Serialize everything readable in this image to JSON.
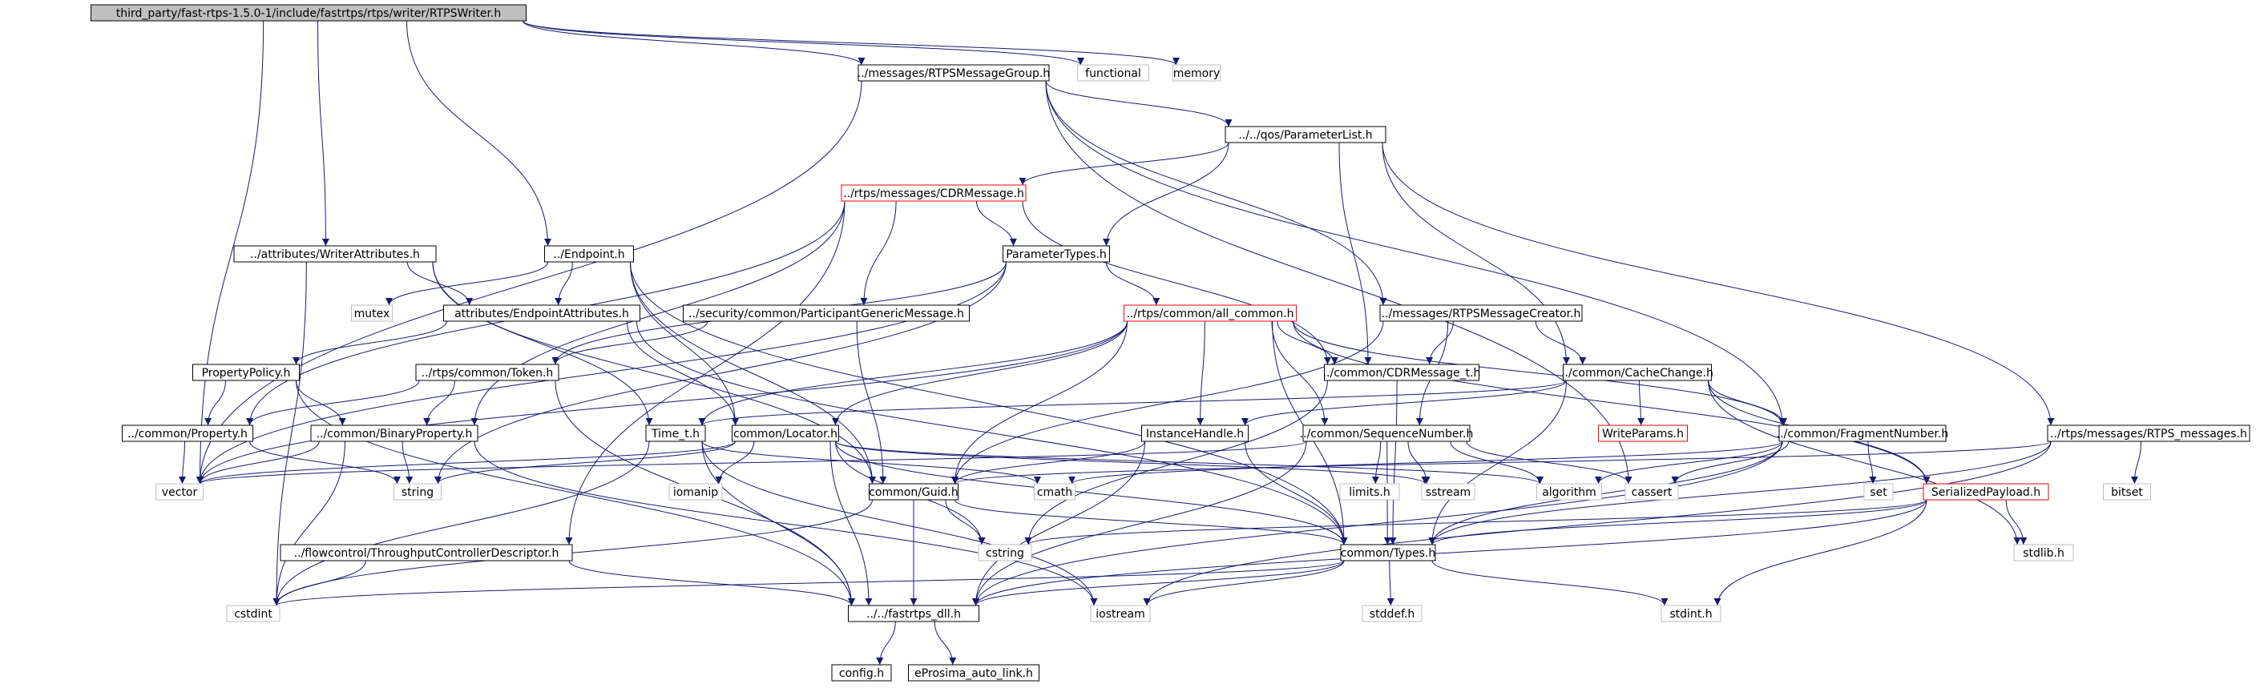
{
  "diagram": {
    "root": "third_party/fast-rtps-1.5.0-1/include/fastrtps/rtps/writer/RTPSWriter.h",
    "nodes": [
      {
        "id": "root",
        "label": "third_party/fast-rtps-1.5.0-1/include/fastrtps/rtps/writer/RTPSWriter.h",
        "kind": "root"
      },
      {
        "id": "msggroup",
        "label": "../messages/RTPSMessageGroup.h",
        "kind": "internal"
      },
      {
        "id": "functional",
        "label": "functional",
        "kind": "system"
      },
      {
        "id": "memory",
        "label": "memory",
        "kind": "system"
      },
      {
        "id": "paramlist",
        "label": "../../qos/ParameterList.h",
        "kind": "internal"
      },
      {
        "id": "cdrmsg",
        "label": "../rtps/messages/CDRMessage.h",
        "kind": "truncated"
      },
      {
        "id": "writerattr",
        "label": "../attributes/WriterAttributes.h",
        "kind": "internal"
      },
      {
        "id": "endpoint",
        "label": "../Endpoint.h",
        "kind": "internal"
      },
      {
        "id": "paramtypes",
        "label": "ParameterTypes.h",
        "kind": "internal"
      },
      {
        "id": "mutex",
        "label": "mutex",
        "kind": "system"
      },
      {
        "id": "endpointattr",
        "label": "attributes/EndpointAttributes.h",
        "kind": "internal"
      },
      {
        "id": "pgm",
        "label": "../security/common/ParticipantGenericMessage.h",
        "kind": "internal"
      },
      {
        "id": "allcommon",
        "label": "../rtps/common/all_common.h",
        "kind": "truncated"
      },
      {
        "id": "msgcreator",
        "label": "../messages/RTPSMessageCreator.h",
        "kind": "internal"
      },
      {
        "id": "propertypolicy",
        "label": "PropertyPolicy.h",
        "kind": "internal"
      },
      {
        "id": "token",
        "label": "../rtps/common/Token.h",
        "kind": "internal"
      },
      {
        "id": "cdrmsgt",
        "label": "../common/CDRMessage_t.h",
        "kind": "internal"
      },
      {
        "id": "cachechange",
        "label": "../common/CacheChange.h",
        "kind": "internal"
      },
      {
        "id": "property",
        "label": "../common/Property.h",
        "kind": "internal"
      },
      {
        "id": "binprop",
        "label": "../common/BinaryProperty.h",
        "kind": "internal"
      },
      {
        "id": "timet",
        "label": "Time_t.h",
        "kind": "internal"
      },
      {
        "id": "locator",
        "label": "common/Locator.h",
        "kind": "internal"
      },
      {
        "id": "instancehandle",
        "label": "InstanceHandle.h",
        "kind": "internal"
      },
      {
        "id": "seqnum",
        "label": "../common/SequenceNumber.h",
        "kind": "internal"
      },
      {
        "id": "writeparams",
        "label": "WriteParams.h",
        "kind": "truncated"
      },
      {
        "id": "fragnum",
        "label": "../common/FragmentNumber.h",
        "kind": "internal"
      },
      {
        "id": "rtpsmsgs",
        "label": "../rtps/messages/RTPS_messages.h",
        "kind": "internal"
      },
      {
        "id": "vector",
        "label": "vector",
        "kind": "system"
      },
      {
        "id": "string",
        "label": "string",
        "kind": "system"
      },
      {
        "id": "iomanip",
        "label": "iomanip",
        "kind": "system"
      },
      {
        "id": "guid",
        "label": "common/Guid.h",
        "kind": "internal"
      },
      {
        "id": "cmath",
        "label": "cmath",
        "kind": "system"
      },
      {
        "id": "limits",
        "label": "limits.h",
        "kind": "system"
      },
      {
        "id": "sstream",
        "label": "sstream",
        "kind": "system"
      },
      {
        "id": "algorithm",
        "label": "algorithm",
        "kind": "system"
      },
      {
        "id": "cassert",
        "label": "cassert",
        "kind": "system"
      },
      {
        "id": "set",
        "label": "set",
        "kind": "system"
      },
      {
        "id": "serpayload",
        "label": "SerializedPayload.h",
        "kind": "truncated"
      },
      {
        "id": "bitset",
        "label": "bitset",
        "kind": "system"
      },
      {
        "id": "flowctl",
        "label": "../flowcontrol/ThroughputControllerDescriptor.h",
        "kind": "internal"
      },
      {
        "id": "cstring",
        "label": "cstring",
        "kind": "system"
      },
      {
        "id": "types",
        "label": "common/Types.h",
        "kind": "internal"
      },
      {
        "id": "stdlib",
        "label": "stdlib.h",
        "kind": "system"
      },
      {
        "id": "cstdint",
        "label": "cstdint",
        "kind": "system"
      },
      {
        "id": "dll",
        "label": "../../fastrtps_dll.h",
        "kind": "internal"
      },
      {
        "id": "iostream",
        "label": "iostream",
        "kind": "system"
      },
      {
        "id": "stddef",
        "label": "stddef.h",
        "kind": "system"
      },
      {
        "id": "stdint",
        "label": "stdint.h",
        "kind": "system"
      },
      {
        "id": "config",
        "label": "config.h",
        "kind": "internal"
      },
      {
        "id": "autolink",
        "label": "eProsima_auto_link.h",
        "kind": "internal"
      }
    ],
    "edges": [
      [
        "root",
        "msggroup"
      ],
      [
        "root",
        "functional"
      ],
      [
        "root",
        "memory"
      ],
      [
        "root",
        "vector"
      ],
      [
        "root",
        "writerattr"
      ],
      [
        "root",
        "endpoint"
      ],
      [
        "msggroup",
        "paramlist"
      ],
      [
        "msggroup",
        "vector"
      ],
      [
        "msggroup",
        "msgcreator"
      ],
      [
        "msggroup",
        "fragnum"
      ],
      [
        "msggroup",
        "cassert"
      ],
      [
        "paramlist",
        "cdrmsg"
      ],
      [
        "paramlist",
        "paramtypes"
      ],
      [
        "paramlist",
        "cdrmsgt"
      ],
      [
        "paramlist",
        "cachechange"
      ],
      [
        "paramlist",
        "rtpsmsgs"
      ],
      [
        "cdrmsg",
        "paramtypes"
      ],
      [
        "cdrmsg",
        "pgm"
      ],
      [
        "cdrmsg",
        "cdrmsgt"
      ],
      [
        "cdrmsg",
        "property"
      ],
      [
        "cdrmsg",
        "binprop"
      ],
      [
        "cdrmsg",
        "flowctl"
      ],
      [
        "writerattr",
        "endpointattr"
      ],
      [
        "writerattr",
        "timet"
      ],
      [
        "writerattr",
        "guid"
      ],
      [
        "writerattr",
        "cstdint"
      ],
      [
        "endpoint",
        "mutex"
      ],
      [
        "endpoint",
        "endpointattr"
      ],
      [
        "endpoint",
        "locator"
      ],
      [
        "endpoint",
        "guid"
      ],
      [
        "endpoint",
        "types"
      ],
      [
        "paramtypes",
        "allcommon"
      ],
      [
        "paramtypes",
        "token"
      ],
      [
        "paramtypes",
        "string"
      ],
      [
        "paramtypes",
        "vector"
      ],
      [
        "endpointattr",
        "propertypolicy"
      ],
      [
        "endpointattr",
        "locator"
      ],
      [
        "endpointattr",
        "types"
      ],
      [
        "pgm",
        "token"
      ],
      [
        "pgm",
        "guid"
      ],
      [
        "allcommon",
        "timet"
      ],
      [
        "allcommon",
        "locator"
      ],
      [
        "allcommon",
        "instancehandle"
      ],
      [
        "allcommon",
        "seqnum"
      ],
      [
        "allcommon",
        "fragnum"
      ],
      [
        "allcommon",
        "guid"
      ],
      [
        "allcommon",
        "cdrmsgt"
      ],
      [
        "allcommon",
        "serpayload"
      ],
      [
        "allcommon",
        "types"
      ],
      [
        "allcommon",
        "vector"
      ],
      [
        "msgcreator",
        "cdrmsgt"
      ],
      [
        "msgcreator",
        "cachechange"
      ],
      [
        "msgcreator",
        "seqnum"
      ],
      [
        "msgcreator",
        "guid"
      ],
      [
        "propertypolicy",
        "property"
      ],
      [
        "propertypolicy",
        "binprop"
      ],
      [
        "propertypolicy",
        "dll"
      ],
      [
        "token",
        "property"
      ],
      [
        "token",
        "binprop"
      ],
      [
        "token",
        "dll"
      ],
      [
        "cdrmsgt",
        "types"
      ],
      [
        "cdrmsgt",
        "cstring"
      ],
      [
        "cachechange",
        "writeparams"
      ],
      [
        "cachechange",
        "fragnum"
      ],
      [
        "cachechange",
        "serpayload"
      ],
      [
        "cachechange",
        "timet"
      ],
      [
        "cachechange",
        "instancehandle"
      ],
      [
        "cachechange",
        "types"
      ],
      [
        "cachechange",
        "stdlib"
      ],
      [
        "property",
        "vector"
      ],
      [
        "property",
        "string"
      ],
      [
        "binprop",
        "vector"
      ],
      [
        "binprop",
        "string"
      ],
      [
        "binprop",
        "cstdint"
      ],
      [
        "binprop",
        "iostream"
      ],
      [
        "timet",
        "dll"
      ],
      [
        "timet",
        "cmath"
      ],
      [
        "timet",
        "iostream"
      ],
      [
        "timet",
        "cstdint"
      ],
      [
        "locator",
        "dll"
      ],
      [
        "locator",
        "types"
      ],
      [
        "locator",
        "sstream"
      ],
      [
        "locator",
        "vector"
      ],
      [
        "locator",
        "string"
      ],
      [
        "locator",
        "iomanip"
      ],
      [
        "locator",
        "algorithm"
      ],
      [
        "locator",
        "cstring"
      ],
      [
        "instancehandle",
        "guid"
      ],
      [
        "instancehandle",
        "types"
      ],
      [
        "instancehandle",
        "dll"
      ],
      [
        "seqnum",
        "types"
      ],
      [
        "seqnum",
        "dll"
      ],
      [
        "seqnum",
        "vector"
      ],
      [
        "seqnum",
        "limits"
      ],
      [
        "seqnum",
        "sstream"
      ],
      [
        "seqnum",
        "algorithm"
      ],
      [
        "seqnum",
        "cassert"
      ],
      [
        "fragnum",
        "types"
      ],
      [
        "fragnum",
        "dll"
      ],
      [
        "fragnum",
        "set"
      ],
      [
        "fragnum",
        "cmath"
      ],
      [
        "fragnum",
        "algorithm"
      ],
      [
        "fragnum",
        "cassert"
      ],
      [
        "rtpsmsgs",
        "types"
      ],
      [
        "rtpsmsgs",
        "guid"
      ],
      [
        "rtpsmsgs",
        "bitset"
      ],
      [
        "rtpsmsgs",
        "iostream"
      ],
      [
        "guid",
        "types"
      ],
      [
        "guid",
        "dll"
      ],
      [
        "guid",
        "cstring"
      ],
      [
        "guid",
        "cstdint"
      ],
      [
        "serpayload",
        "types"
      ],
      [
        "serpayload",
        "cstring"
      ],
      [
        "serpayload",
        "stdlib"
      ],
      [
        "serpayload",
        "dll"
      ],
      [
        "serpayload",
        "stdint"
      ],
      [
        "flowctl",
        "dll"
      ],
      [
        "flowctl",
        "cstdint"
      ],
      [
        "types",
        "dll"
      ],
      [
        "types",
        "stddef"
      ],
      [
        "types",
        "stdint"
      ],
      [
        "types",
        "iostream"
      ],
      [
        "types",
        "cstdint"
      ],
      [
        "dll",
        "config"
      ],
      [
        "dll",
        "autolink"
      ]
    ]
  }
}
